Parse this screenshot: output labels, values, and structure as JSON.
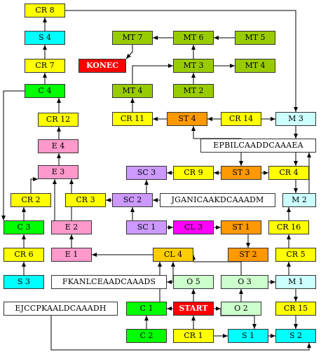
{
  "colors": {
    "yellow": "#ffff00",
    "cyan": "#00ffff",
    "light_cyan": "#ccffff",
    "green": "#00ff00",
    "light_green": "#ccffcc",
    "olive": "#99cc00",
    "orange": "#ff9900",
    "pink": "#ff99cc",
    "lavender": "#cc99ff",
    "magenta": "#ff00ff",
    "red": "#ff0000",
    "white": "#ffffff"
  },
  "nodes": {
    "cr8": "CR 8",
    "s4": "S 4",
    "cr7": "CR 7",
    "c4": "C 4",
    "cr12": "CR 12",
    "e4": "E 4",
    "e3": "E 3",
    "cr2": "CR 2",
    "c3": "C 3",
    "cr6": "CR 6",
    "s3": "S 3",
    "code_left": "EJCCPKAALDCAAADH",
    "mt7": "MT 7",
    "mt6": "MT 6",
    "mt5": "MT 5",
    "konec": "KONEC",
    "mt3": "MT 3",
    "mt4_right": "MT 4",
    "mt4_left": "MT 4",
    "mt2": "MT 2",
    "cr11": "CR 11",
    "st4": "ST 4",
    "cr14": "CR 14",
    "m3": "M 3",
    "code_top": "EPBILCAADDCAAAEA",
    "sc3": "SC 3",
    "cr9": "CR 9",
    "st3": "ST 3",
    "cr4": "CR 4",
    "cr3": "CR 3",
    "sc2": "SC 2",
    "code_mid": "JGANICAAKDCAAADM",
    "m2": "M 2",
    "e2": "E 2",
    "sc1": "SC 1",
    "cl3": "CL 3",
    "st1": "ST 1",
    "cr16": "CR 16",
    "e1": "E 1",
    "cl4": "CL 4",
    "st2": "ST 2",
    "cr5": "CR 5",
    "code_low": "FKANLCEAADCAAADS",
    "o5": "O 5",
    "o3": "O 3",
    "m1": "M 1",
    "c1": "C 1",
    "start": "START",
    "o2": "O 2",
    "cr15": "CR 15",
    "c2": "C 2",
    "cr1": "CR 1",
    "s1": "S 1",
    "s2": "S 2"
  }
}
